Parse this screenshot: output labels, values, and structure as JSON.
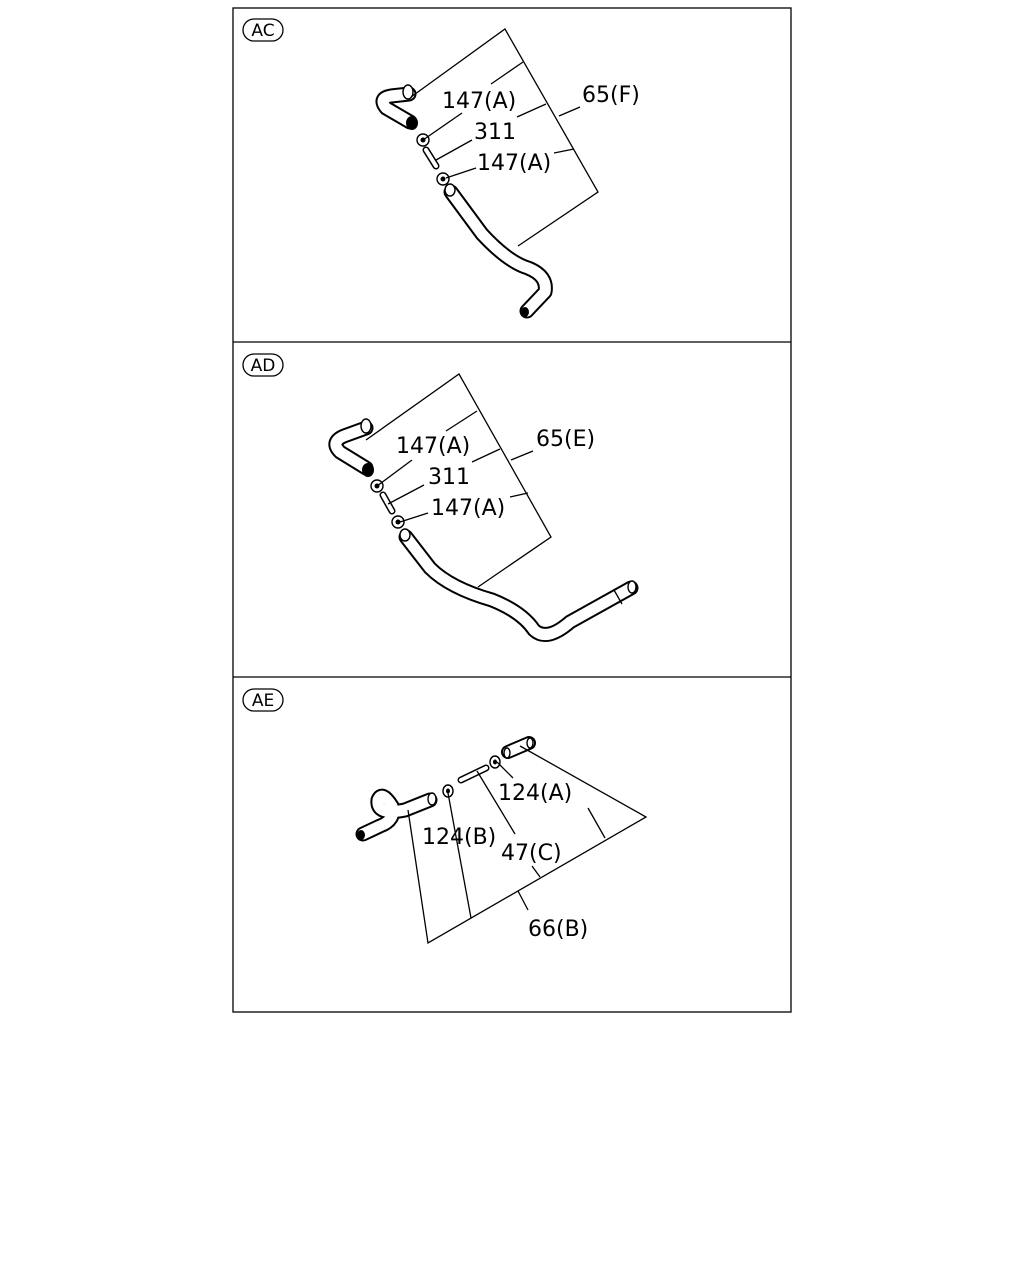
{
  "panels": [
    {
      "id": "AC",
      "labels": {
        "clamp_top": "147(A)",
        "joint": "311",
        "clamp_bottom": "147(A)",
        "hose": "65(F)"
      }
    },
    {
      "id": "AD",
      "labels": {
        "clamp_top": "147(A)",
        "joint": "311",
        "clamp_bottom": "147(A)",
        "hose": "65(E)"
      }
    },
    {
      "id": "AE",
      "labels": {
        "clamp_right": "124(A)",
        "clamp_left": "124(B)",
        "joint": "47(C)",
        "hose": "66(B)"
      }
    }
  ],
  "colors": {
    "ink": "#000000",
    "background": "#ffffff"
  }
}
